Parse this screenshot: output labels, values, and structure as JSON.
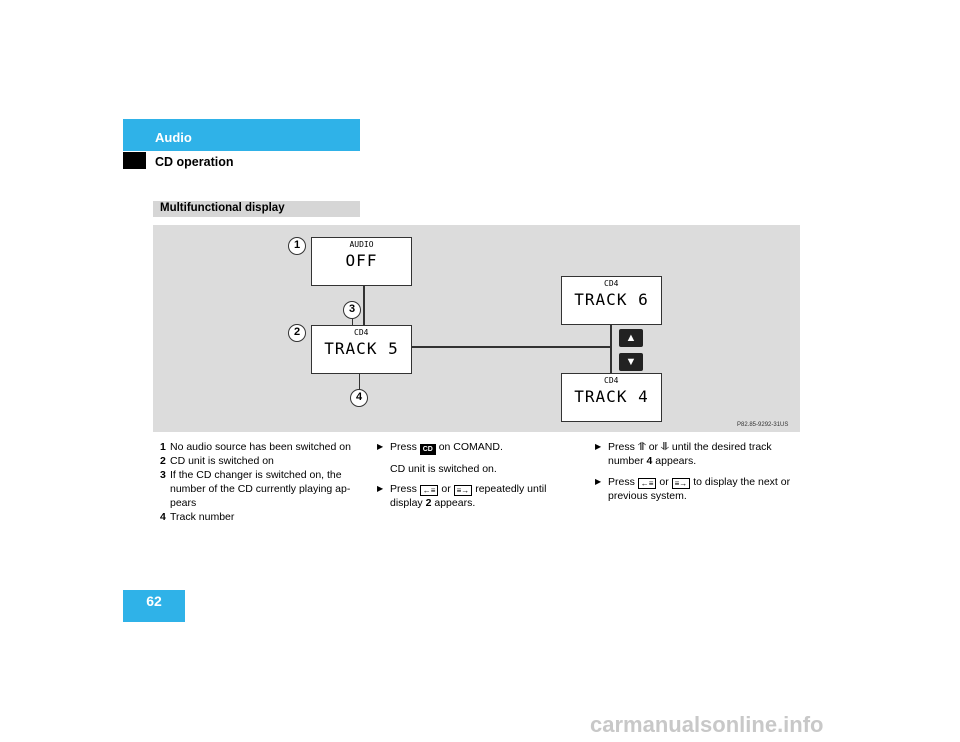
{
  "header": {
    "title": "Audio",
    "subtitle": "CD operation"
  },
  "section": {
    "title": "Multifunctional display"
  },
  "figure": {
    "code": "P82.85-9292-31US",
    "displays": [
      {
        "id": 1,
        "top": "AUDIO",
        "main": "OFF"
      },
      {
        "id": 2,
        "top": "CD4",
        "main": "TRACK 5"
      },
      {
        "id": 3,
        "top": "CD4",
        "main": "TRACK 6"
      },
      {
        "id": 4,
        "top": "CD4",
        "main": "TRACK 4"
      }
    ],
    "callouts": [
      "1",
      "2",
      "3",
      "4"
    ],
    "up_icon": "up-arrow-icon",
    "down_icon": "down-arrow-icon"
  },
  "legend": [
    {
      "num": "1",
      "text": "No audio source has been switched on"
    },
    {
      "num": "2",
      "text": "CD unit is switched on"
    },
    {
      "num": "3",
      "text": "If the CD changer is switched on, the number of the CD currently playing ap-pears"
    },
    {
      "num": "4",
      "text": "Track number"
    }
  ],
  "col2": {
    "s1a": "Press",
    "s1key": "CD",
    "s1b": "on COMAND.",
    "note": "CD unit is switched on.",
    "s2a": "Press",
    "s2or": "or",
    "s2b": "repeatedly until display",
    "s2num": "2",
    "s2c": "appears."
  },
  "col3": {
    "s1a": "Press",
    "s1or": "or",
    "s1b": "until the desired track number",
    "s1num": "4",
    "s1c": "appears.",
    "s2a": "Press",
    "s2or": "or",
    "s2b": "to display the next or previous system."
  },
  "page": {
    "number": "62"
  },
  "watermark": "carmanualsonline.info",
  "colors": {
    "accent": "#2fb2e8",
    "figure_bg": "#dcdcdc",
    "section_bg": "#d6d6d6"
  }
}
